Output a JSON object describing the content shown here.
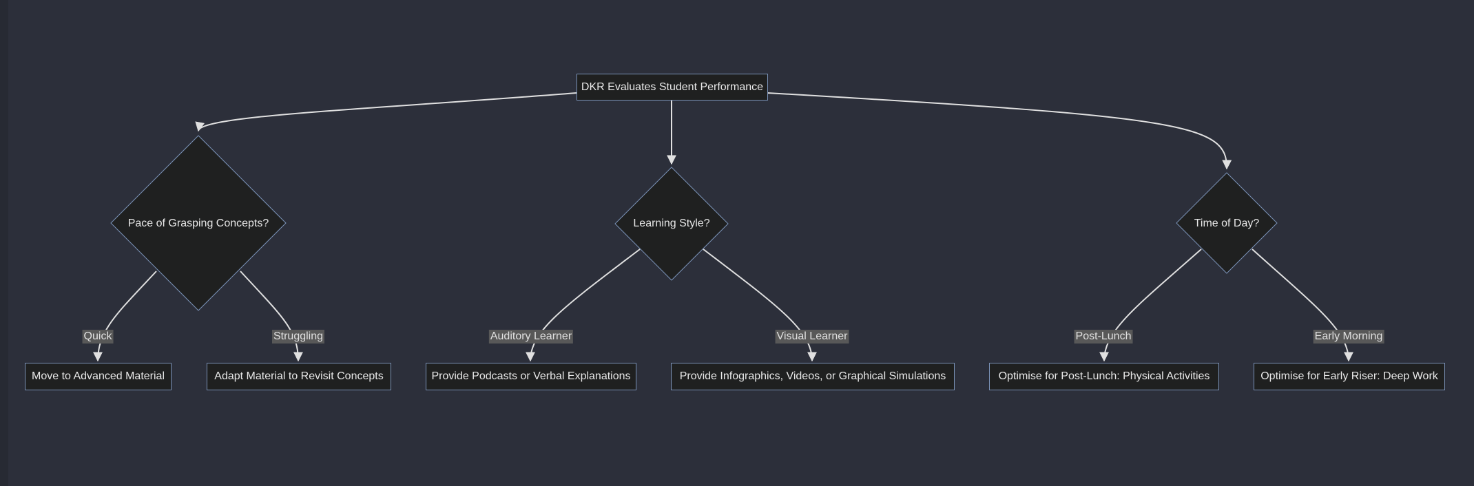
{
  "root": {
    "label": "DKR Evaluates Student Performance"
  },
  "decisions": {
    "pace": {
      "label": "Pace of Grasping Concepts?"
    },
    "style": {
      "label": "Learning Style?"
    },
    "time": {
      "label": "Time of Day?"
    }
  },
  "outcomes": {
    "advanced": {
      "label": "Move to Advanced Material"
    },
    "revisit": {
      "label": "Adapt Material to Revisit Concepts"
    },
    "podcasts": {
      "label": "Provide Podcasts or Verbal Explanations"
    },
    "infographics": {
      "label": "Provide Infographics, Videos, or Graphical Simulations"
    },
    "postlunch": {
      "label": "Optimise for Post-Lunch: Physical Activities"
    },
    "early": {
      "label": "Optimise for Early Riser: Deep Work"
    }
  },
  "edge_labels": {
    "quick": "Quick",
    "struggling": "Struggling",
    "auditory": "Auditory Learner",
    "visual": "Visual Learner",
    "post_lunch": "Post-Lunch",
    "early_morning": "Early Morning"
  },
  "colors": {
    "background": "#2c2f3a",
    "node_fill": "#1f2020",
    "node_border": "#7b93b8",
    "edge": "#e0e0e0",
    "edge_label_bg": "#585858",
    "text": "#e8e8e8"
  }
}
